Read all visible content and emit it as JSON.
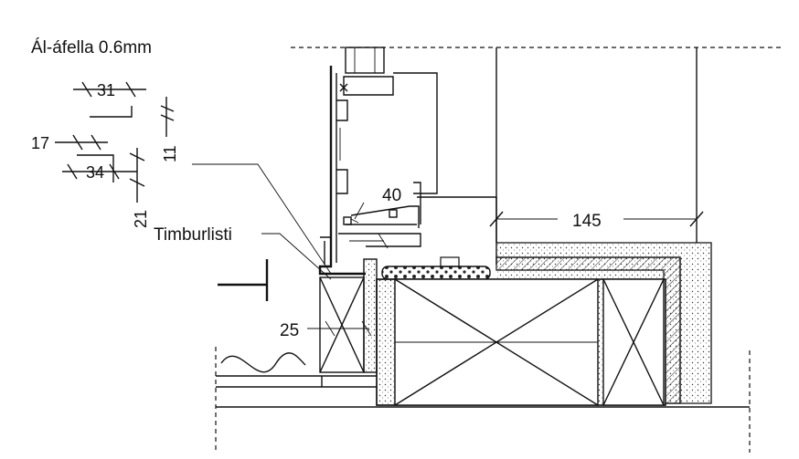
{
  "labels": {
    "material": "Ál-áfella 0.6mm",
    "dim_31": "31",
    "dim_17": "17",
    "dim_34": "34",
    "dim_11": "11",
    "dim_21": "21",
    "dim_40": "40",
    "timber": "Timburlisti",
    "dim_145": "145",
    "dim_25": "25"
  }
}
